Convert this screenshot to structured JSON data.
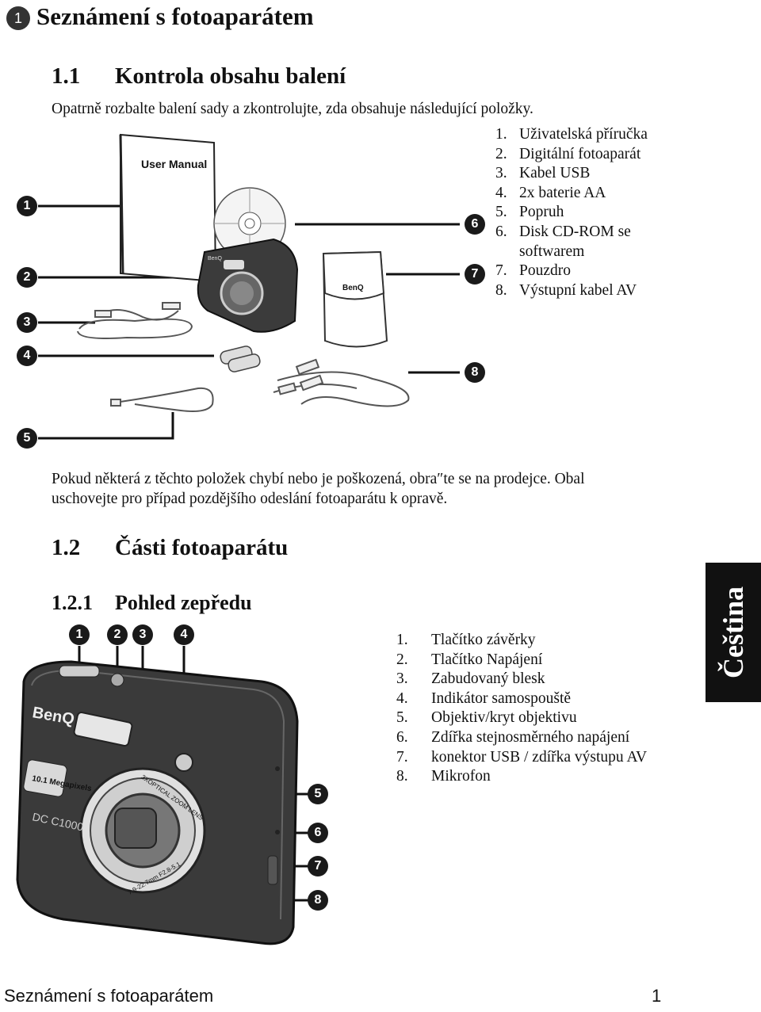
{
  "chapter": {
    "number": "1",
    "title": "Seznámení s fotoaparátem"
  },
  "section_1_1": {
    "number": "1.1",
    "title": "Kontrola obsahu balení",
    "intro": "Opatrně rozbalte balení sady a zkontrolujte, zda obsahuje následující položky.",
    "items": [
      {
        "n": "1.",
        "text": "Uživatelská příručka"
      },
      {
        "n": "2.",
        "text": "Digitální fotoaparát"
      },
      {
        "n": "3.",
        "text": "Kabel USB"
      },
      {
        "n": "4.",
        "text": "2x baterie AA"
      },
      {
        "n": "5.",
        "text": "Popruh"
      },
      {
        "n": "6.",
        "text": "Disk CD-ROM se softwarem"
      },
      {
        "n": "7.",
        "text": "Pouzdro"
      },
      {
        "n": "8.",
        "text": "Výstupní kabel AV"
      }
    ],
    "manual_label": "User Manual",
    "brand": "BenQ",
    "note_line1": "Pokud některá z těchto položek chybí nebo je poškozená, obra″te se na prodejce. Obal",
    "note_line2": "uschovejte pro případ pozdějšího odeslání fotoaparátu k opravě."
  },
  "section_1_2": {
    "number": "1.2",
    "title": "Části fotoaparátu"
  },
  "section_1_2_1": {
    "number": "1.2.1",
    "title": "Pohled zepředu",
    "items": [
      {
        "n": "1.",
        "text": "Tlačítko závěrky"
      },
      {
        "n": "2.",
        "text": "Tlačítko Napájení"
      },
      {
        "n": "3.",
        "text": "Zabudovaný blesk"
      },
      {
        "n": "4.",
        "text": "Indikátor samospouště"
      },
      {
        "n": "5.",
        "text": "Objektiv/kryt objektivu"
      },
      {
        "n": "6.",
        "text": "Zdířka stejnosměrného napájení"
      },
      {
        "n": "7.",
        "text": "konektor USB / zdířka výstupu AV"
      },
      {
        "n": "8.",
        "text": "Mikrofon"
      }
    ],
    "camera_brand": "BenQ",
    "camera_megapixels": "10.1 Megapixels",
    "camera_model": "DC C1000",
    "lens_text": "3XOPTICAL ZOOM LENS",
    "lens_spec": "7.9-22.7mm F2.8-5.1"
  },
  "callouts": [
    "1",
    "2",
    "3",
    "4",
    "5",
    "6",
    "7",
    "8"
  ],
  "side_tab": "Čeština",
  "footer": {
    "title": "Seznámení s fotoaparátem",
    "page": "1"
  }
}
